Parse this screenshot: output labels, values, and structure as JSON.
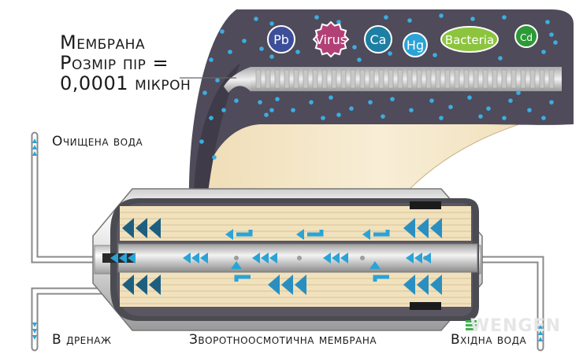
{
  "membrane_label": {
    "line1": "Мембрана",
    "line2": "Розмір пір =",
    "line3": "0,0001 мікрон"
  },
  "contaminants": [
    {
      "text": "Pb",
      "color": "#3d4e9a",
      "icon": "lead-ion-circle"
    },
    {
      "text": "Virus",
      "color": "#b24076",
      "icon": "virus-gear"
    },
    {
      "text": "Ca",
      "color": "#1e7fa4",
      "icon": "calcium-ion-circle"
    },
    {
      "text": "Hg",
      "color": "#2aa3d6",
      "icon": "mercury-ion-circle"
    },
    {
      "text": "Bacteria",
      "color": "#8cc43e",
      "icon": "bacteria-blob"
    },
    {
      "text": "Cd",
      "color": "#2c9a36",
      "icon": "cadmium-ion-circle"
    }
  ],
  "labels": {
    "clean_water": "Очищена вода",
    "drain": "В дренаж",
    "membrane": "Зворотноосмотична мембрана",
    "inlet": "Вхідна вода"
  },
  "watermark": "WENGEN",
  "colors": {
    "housing_dark": "#4f4b5a",
    "membrane_cream": "#f3e6c8",
    "water_blue": "#3aaee3",
    "arrow_dark": "#1e5f80"
  }
}
